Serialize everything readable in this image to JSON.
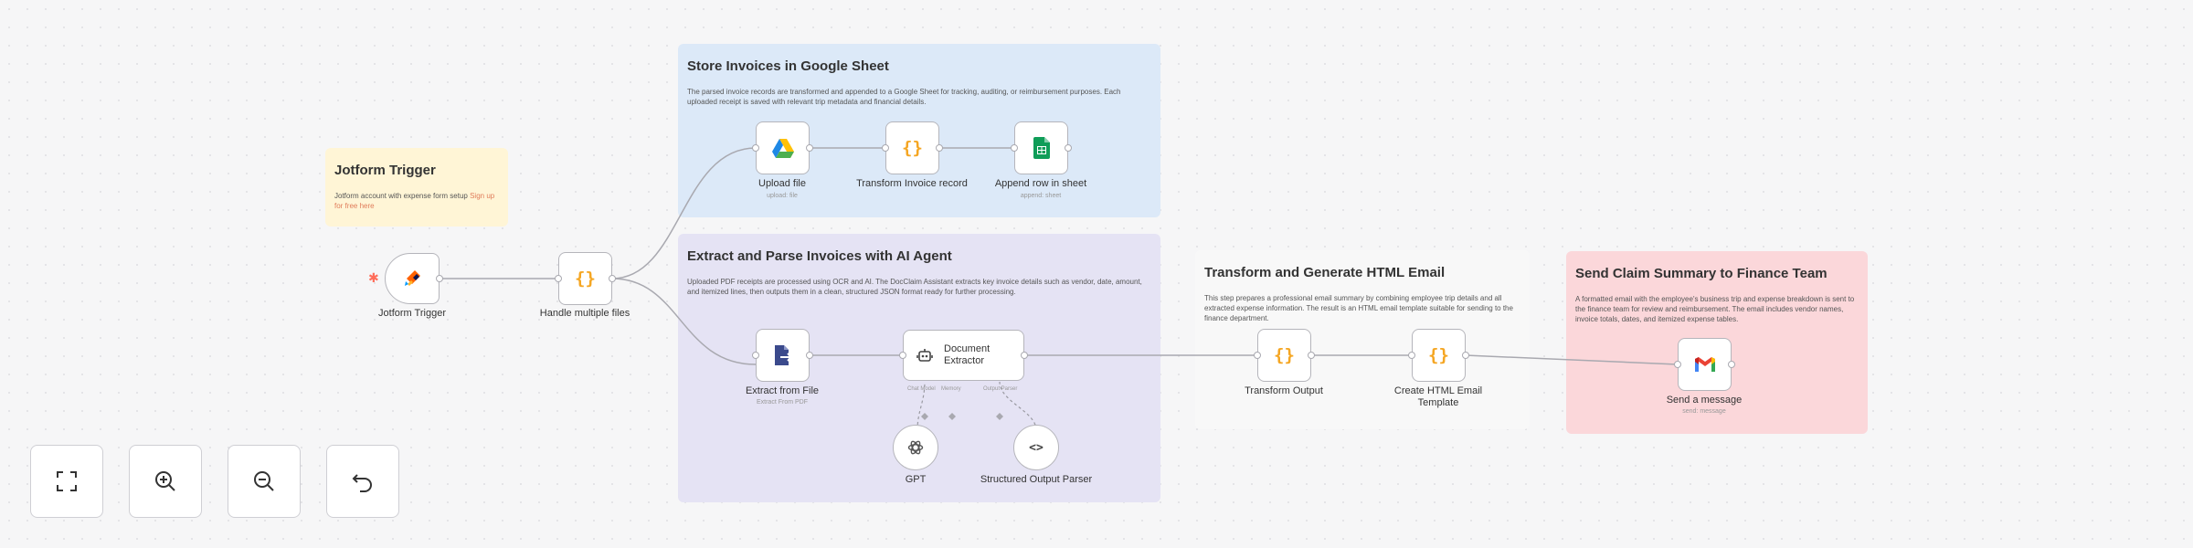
{
  "stickies": {
    "jotform": {
      "title": "Jotform Trigger",
      "text": "Jotform account with expense form setup",
      "link": "Sign up for free here"
    },
    "store": {
      "title": "Store Invoices in Google Sheet",
      "text": "The parsed invoice records are transformed and appended to a Google Sheet for tracking, auditing, or reimbursement purposes. Each uploaded receipt is saved with relevant trip metadata and financial details."
    },
    "extract": {
      "title": "Extract and Parse Invoices with AI Agent",
      "text": "Uploaded PDF receipts are processed using OCR and AI. The DocClaim Assistant extracts key invoice details such as vendor, date, amount, and itemized lines, then outputs them in a clean, structured JSON format ready for further processing."
    },
    "transform": {
      "title": "Transform and Generate HTML Email",
      "text": "This step prepares a professional email summary by combining employee trip details and all extracted expense information. The result is an HTML email template suitable for sending to the finance department."
    },
    "send": {
      "title": "Send Claim Summary to Finance Team",
      "text": "A formatted email with the employee's business trip and expense breakdown is sent to the finance team for review and reimbursement. The email includes vendor names, invoice totals, dates, and itemized expense tables."
    }
  },
  "nodes": {
    "jotform_trigger": {
      "label": "Jotform Trigger"
    },
    "handle_files": {
      "label": "Handle multiple files"
    },
    "upload_file": {
      "label": "Upload file",
      "sub": "upload: file"
    },
    "transform_invoice": {
      "label": "Transform Invoice record"
    },
    "append_row": {
      "label": "Append row in sheet",
      "sub": "append: sheet"
    },
    "extract_file": {
      "label": "Extract from File",
      "sub": "Extract From PDF"
    },
    "doc_extractor": {
      "label_line1": "Document",
      "label_line2": "Extractor",
      "port_chat": "Chat Model",
      "port_memory": "Memory",
      "port_parser": "Output Parser"
    },
    "gpt": {
      "label": "GPT"
    },
    "parser": {
      "label": "Structured Output Parser"
    },
    "transform_output": {
      "label": "Transform Output"
    },
    "create_email": {
      "label": "Create HTML Email Template"
    },
    "send_message": {
      "label": "Send a message",
      "sub": "send: message"
    }
  },
  "controls": {
    "fit": "fit-to-view-icon",
    "zoom_in": "zoom-in-icon",
    "zoom_out": "zoom-out-icon",
    "reset": "reset-icon"
  },
  "colors": {
    "sticky_yellow": "#fff5d6",
    "sticky_blue": "#dce9f8",
    "sticky_purple": "#e5e3f4",
    "sticky_white": "#f8f8f8",
    "sticky_red": "#fbd7da",
    "brace_orange": "#f5a623",
    "trigger_asterisk": "#ff6d5a"
  }
}
